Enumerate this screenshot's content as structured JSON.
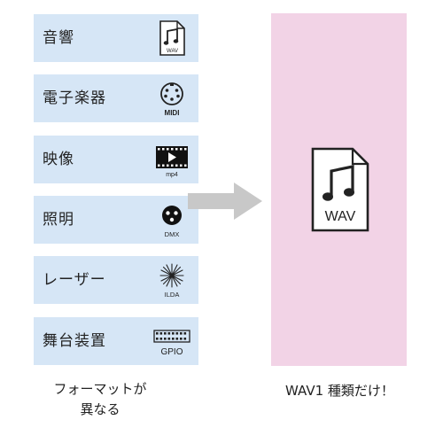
{
  "formats": [
    {
      "label": "音響",
      "icon": "wav-file-icon",
      "icon_text": "WAV"
    },
    {
      "label": "電子楽器",
      "icon": "midi-connector-icon",
      "icon_text": "MIDI"
    },
    {
      "label": "映像",
      "icon": "film-play-icon",
      "icon_text": "mp4"
    },
    {
      "label": "照明",
      "icon": "dmx-connector-icon",
      "icon_text": "DMX"
    },
    {
      "label": "レーザー",
      "icon": "laser-burst-icon",
      "icon_text": "ILDA"
    },
    {
      "label": "舞台装置",
      "icon": "gpio-header-icon",
      "icon_text": "GPIO"
    }
  ],
  "left_caption": {
    "line1": "フォーマットが",
    "line2": "異なる"
  },
  "result": {
    "icon": "wav-file-icon",
    "icon_text": "WAV",
    "caption": "WAV1 種類だけ！"
  },
  "colors": {
    "item_bg": "#d6e6f6",
    "result_bg": "#f2d3e6",
    "arrow": "#c8c8c8",
    "icon_stroke": "#222222"
  }
}
